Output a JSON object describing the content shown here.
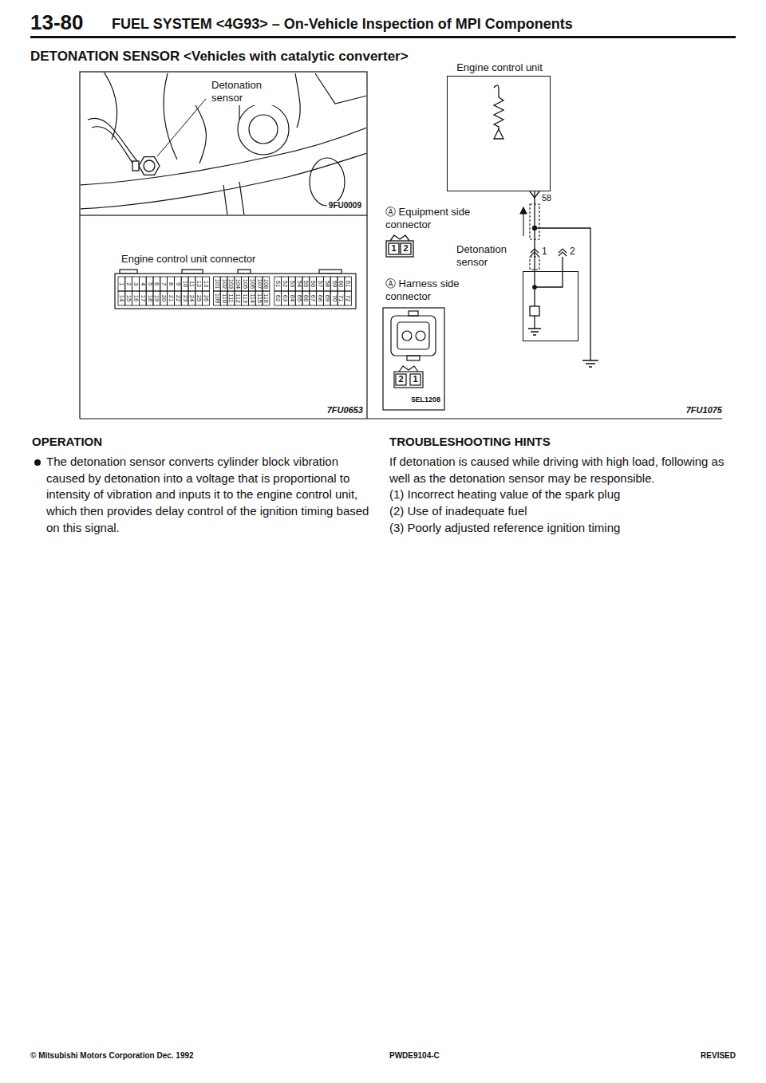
{
  "diagram": {
    "title": "DETONATION SENSOR <Vehicles with catalytic converter>",
    "nodes": [
      {
        "text": [
          "Engine control unit"
        ]
      },
      {
        "text": [
          "Detonation sensor"
        ]
      }
    ],
    "edges": [
      {
        "from": 0,
        "to": 1,
        "arrow": "none"
      }
    ],
    "labels": [
      "13-80",
      "FUEL SYSTEM <4G93> – On-Vehicle Inspection of MPI Components",
      "Detonation sensor",
      "9FU0009",
      "Engine control unit connector",
      "1",
      "2",
      "3",
      "4",
      "5",
      "6",
      "7",
      "8",
      "9",
      "10",
      "11",
      "12",
      "13",
      "14",
      "15",
      "16",
      "17",
      "18",
      "19",
      "20",
      "21",
      "22",
      "23",
      "24",
      "25",
      "26",
      "101",
      "102",
      "103",
      "104",
      "105",
      "106",
      "107",
      "108",
      "109",
      "110",
      "111",
      "112",
      "113",
      "114",
      "115",
      "116",
      "51",
      "52",
      "53",
      "54",
      "55",
      "56",
      "57",
      "58",
      "59",
      "60",
      "61",
      "62",
      "63",
      "64",
      "65",
      "66",
      "67",
      "68",
      "69",
      "70",
      "71",
      "72",
      "7FU0653",
      "58",
      "Ⓐ Equipment side connector",
      "1",
      "2",
      "1",
      "2",
      "Ⓐ Harness side connector",
      "2",
      "1",
      "5EL1208",
      "7FU1075",
      "OPERATION",
      "The detonation sensor converts cylinder block vibration caused by detonation into a voltage that is proportional to intensity of vibration and inputs it to the engine control unit, which then provides delay control of the ignition timing based on this signal.",
      "TROUBLESHOOTING HINTS",
      "If detonation is caused while driving with high load, following as well as the detonation sensor may be responsible.",
      "(1) Incorrect heating value of the spark plug",
      "(2) Use of inadequate fuel",
      "(3) Poorly adjusted reference ignition timing",
      "© Mitsubishi Motors Corporation Dec. 1992",
      "PWDE9104-C",
      "REVISED"
    ]
  }
}
